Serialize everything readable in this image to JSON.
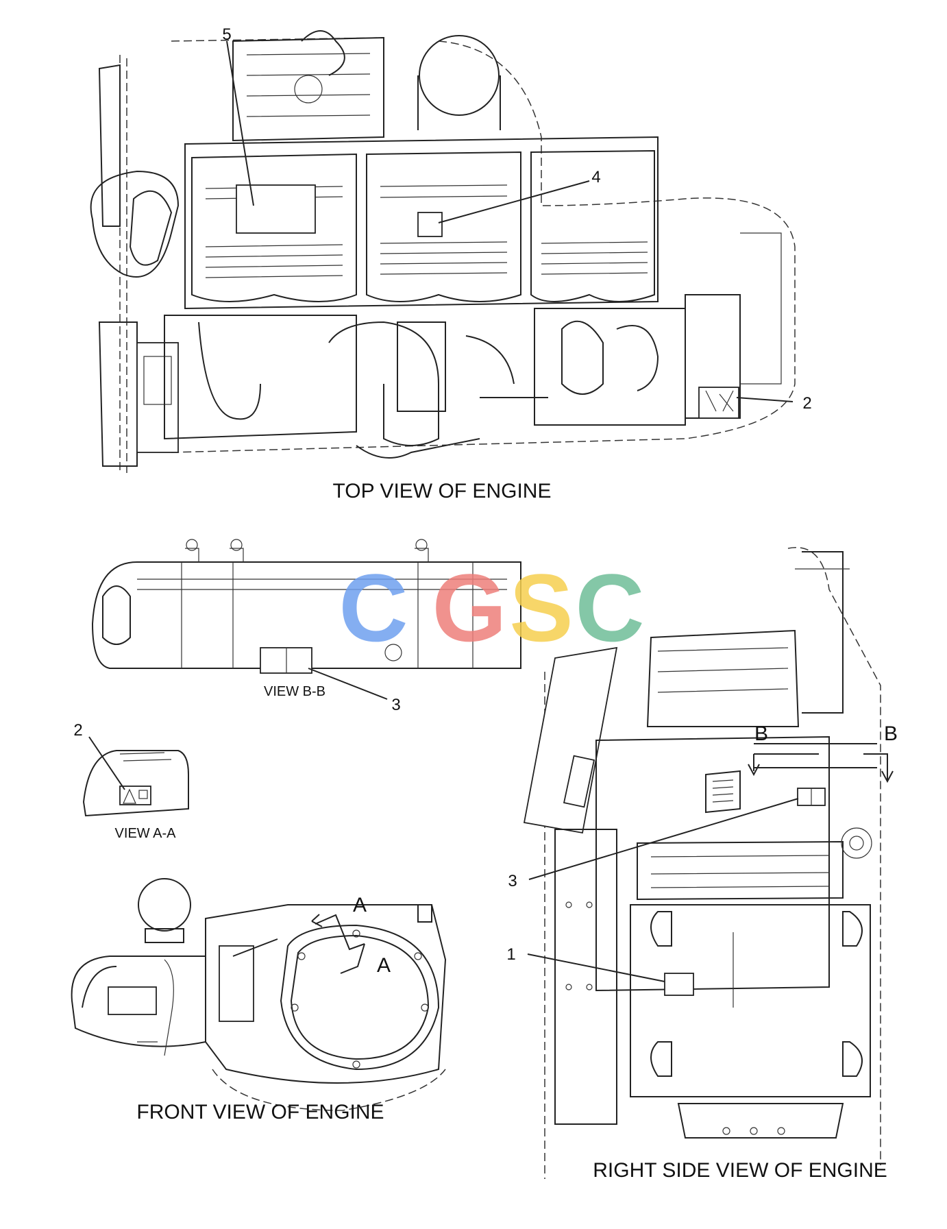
{
  "views": {
    "top": {
      "caption": "TOP VIEW OF ENGINE"
    },
    "front": {
      "caption": "FRONT VIEW OF ENGINE"
    },
    "right": {
      "caption": "RIGHT SIDE VIEW OF ENGINE"
    },
    "section_bb": {
      "caption": "VIEW B-B"
    },
    "section_aa": {
      "caption": "VIEW A-A"
    }
  },
  "callouts": {
    "top_5": "5",
    "top_4": "4",
    "top_2": "2",
    "bb_3": "3",
    "aa_2": "2",
    "right_3": "3",
    "right_1": "1"
  },
  "section_markers": {
    "a_upper": "A",
    "a_lower": "A",
    "b_left": "B",
    "b_right": "B"
  },
  "watermark": {
    "letters": [
      "C",
      "G",
      "S",
      "C"
    ],
    "colors": [
      "#6fa0ef",
      "#ee7f7b",
      "#f6d050",
      "#6fbe98"
    ]
  }
}
